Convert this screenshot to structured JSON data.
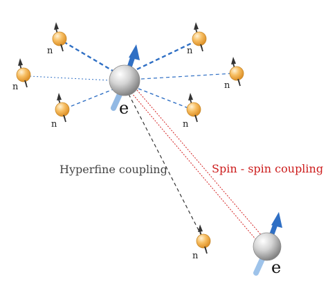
{
  "labels": {
    "electron": "e",
    "nucleus": "n",
    "hyperfine": "Hyperfine coupling",
    "spin_spin": "Spin - spin coupling"
  },
  "colors": {
    "electron_sphere": "#bdbdbd",
    "electron_spin_arrow": "#2f6fc4",
    "electron_spin_tail": "#9ec3ea",
    "nucleus_sphere": "#f2a23a",
    "nucleus_arrow": "#333333",
    "hyperfine_line_blue": "#2f6fc4",
    "hyperfine_line_black": "#333333",
    "spin_spin_line": "#d42020",
    "hyperfine_text": "#444444",
    "spin_spin_text": "#cc1b1b"
  }
}
